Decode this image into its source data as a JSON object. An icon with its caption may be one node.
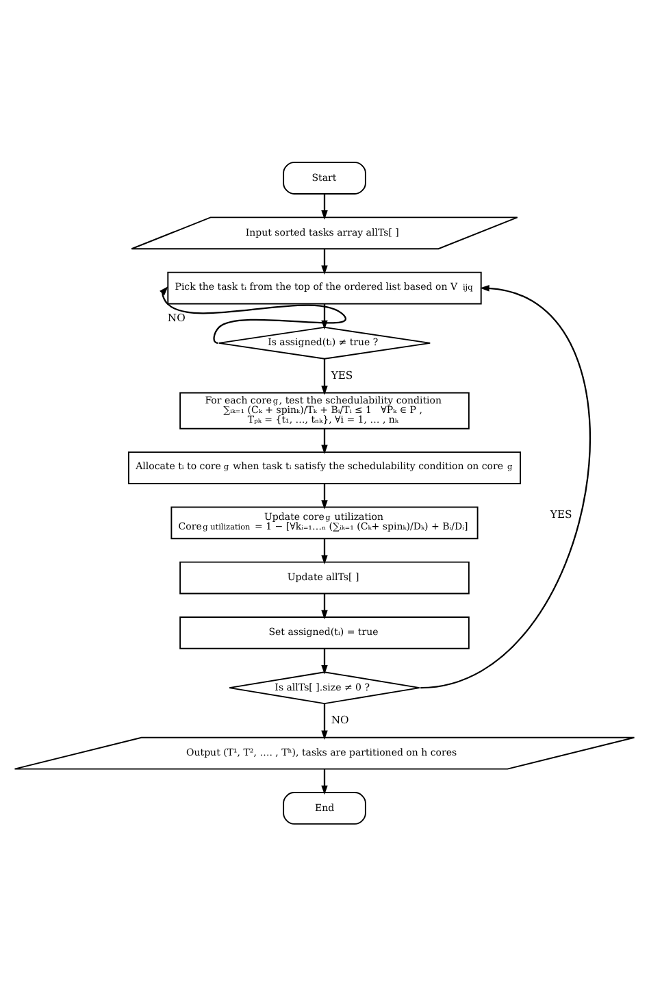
{
  "diagram": {
    "nodes": [
      {
        "text": [
          "Start"
        ]
      },
      {
        "text": [
          "Input sorted tasks array allTs[ ]"
        ]
      },
      {
        "text": [
          "Pick the task tᵢ from the top of the ordered list based on V$_{ijq}$"
        ]
      },
      {
        "text": [
          "Is assigned(tᵢ) ≠ true ?"
        ]
      },
      {
        "text": [
          "For each core$_{g}$, test the schedulability condition",
          "∑ᵢₖ₌₁ (Cₖ + spinₖ)/Tₖ + Bᵢ/Tᵢ ≤ 1   ∀Pₖ ∈ P ,",
          "Tₚₖ = {t₁, …, tₙₖ}, ∀i = 1, … , nₖ"
        ]
      },
      {
        "text": [
          "Allocate tᵢ to core$_{g}$ when task tᵢ satisfy the schedulability condition on core$_{g}$"
        ]
      },
      {
        "text": [
          "Update core$_{g}$ utilization",
          "Core$_{g utilization}$ = 1 − [∀kᵢ₌₁…ₙ (∑ᵢₖ₌₁ (Cₖ+ spinₖ)/Dₖ) + Bᵢ/Dᵢ]"
        ]
      },
      {
        "text": [
          "Update allTs[ ]"
        ]
      },
      {
        "text": [
          "Set assigned(tᵢ) = true"
        ]
      },
      {
        "text": [
          "Is allTs[ ].size ≠ 0 ?"
        ]
      },
      {
        "text": [
          "Output (T¹, T², …. , Tʰ), tasks are partitioned on h cores"
        ]
      },
      {
        "text": [
          "End"
        ]
      }
    ],
    "edges": [
      {
        "from": 0,
        "to": 1,
        "arrow": "to"
      },
      {
        "from": 1,
        "to": 2,
        "arrow": "to"
      },
      {
        "from": 2,
        "to": 3,
        "arrow": "to"
      },
      {
        "from": 3,
        "to": 2,
        "arrow": "to",
        "label": "NO"
      },
      {
        "from": 3,
        "to": 4,
        "arrow": "to",
        "label": "YES"
      },
      {
        "from": 4,
        "to": 5,
        "arrow": "to"
      },
      {
        "from": 5,
        "to": 6,
        "arrow": "to"
      },
      {
        "from": 6,
        "to": 7,
        "arrow": "to"
      },
      {
        "from": 7,
        "to": 8,
        "arrow": "to"
      },
      {
        "from": 8,
        "to": 9,
        "arrow": "to"
      },
      {
        "from": 9,
        "to": 2,
        "arrow": "to",
        "label": "YES"
      },
      {
        "from": 9,
        "to": 10,
        "arrow": "to",
        "label": "NO"
      },
      {
        "from": 10,
        "to": 11,
        "arrow": "to"
      }
    ]
  }
}
